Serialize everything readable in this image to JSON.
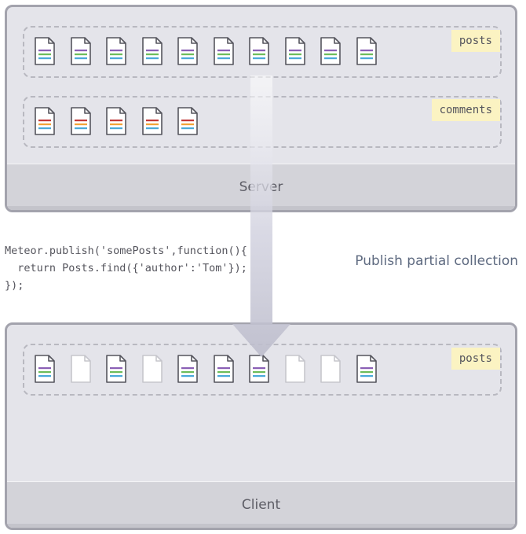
{
  "server": {
    "label": "Server",
    "posts_tag": "posts",
    "comments_tag": "comments",
    "posts": [
      {
        "published": true
      },
      {
        "published": true
      },
      {
        "published": true
      },
      {
        "published": true
      },
      {
        "published": true
      },
      {
        "published": true
      },
      {
        "published": true
      },
      {
        "published": true
      },
      {
        "published": true
      },
      {
        "published": true
      }
    ],
    "comments_count": 5
  },
  "code": {
    "line1": "Meteor.publish('somePosts',function(){",
    "line2": "  return Posts.find({'author':'Tom'});",
    "line3": "});"
  },
  "caption": "Publish partial collection",
  "client": {
    "label": "Client",
    "posts_tag": "posts",
    "posts": [
      {
        "published": true
      },
      {
        "published": false
      },
      {
        "published": true
      },
      {
        "published": false
      },
      {
        "published": true
      },
      {
        "published": true
      },
      {
        "published": true
      },
      {
        "published": false
      },
      {
        "published": false
      },
      {
        "published": true
      }
    ]
  },
  "colors": {
    "post_lines": [
      "#8a5fb5",
      "#6cbc5a",
      "#4aa9d9"
    ],
    "comment_lines": [
      "#c23838",
      "#f2a236",
      "#4aa9d9"
    ],
    "doc_outline": "#55555d",
    "doc_faded": "#c6c6cc",
    "arrow": "#c9c9d9"
  }
}
